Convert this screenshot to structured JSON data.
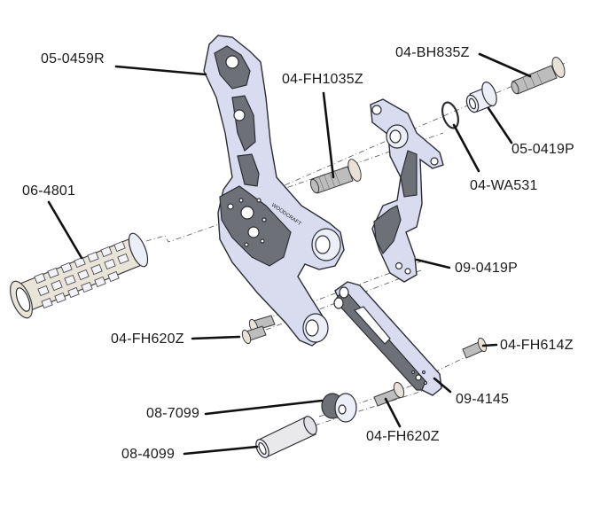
{
  "diagram": {
    "type": "exploded-parts-view",
    "subject": "motorcycle rearset assembly",
    "parts": [
      {
        "id": "p1",
        "part_number": "05-0459R",
        "description": "main rearset plate"
      },
      {
        "id": "p2",
        "part_number": "04-FH1035Z",
        "description": "flat head bolt"
      },
      {
        "id": "p3",
        "part_number": "04-BH835Z",
        "description": "button head bolt"
      },
      {
        "id": "p4",
        "part_number": "05-0419P",
        "description": "pivot bushing"
      },
      {
        "id": "p5",
        "part_number": "04-WA531",
        "description": "washer"
      },
      {
        "id": "p6",
        "part_number": "06-4801",
        "description": "foot peg"
      },
      {
        "id": "p7",
        "part_number": "09-0419P",
        "description": "pedal pivot bracket"
      },
      {
        "id": "p8",
        "part_number": "04-FH620Z",
        "description": "flat head bolt (upper)"
      },
      {
        "id": "p9",
        "part_number": "04-FH614Z",
        "description": "flat head bolt"
      },
      {
        "id": "p10",
        "part_number": "09-4145",
        "description": "brake/shift lever"
      },
      {
        "id": "p11",
        "part_number": "08-7099",
        "description": "lever tip"
      },
      {
        "id": "p12",
        "part_number": "04-FH620Z",
        "description": "flat head bolt (lower)"
      },
      {
        "id": "p13",
        "part_number": "08-4099",
        "description": "lever tip sleeve"
      }
    ],
    "plate_engraving": "WOODCRAFT"
  }
}
